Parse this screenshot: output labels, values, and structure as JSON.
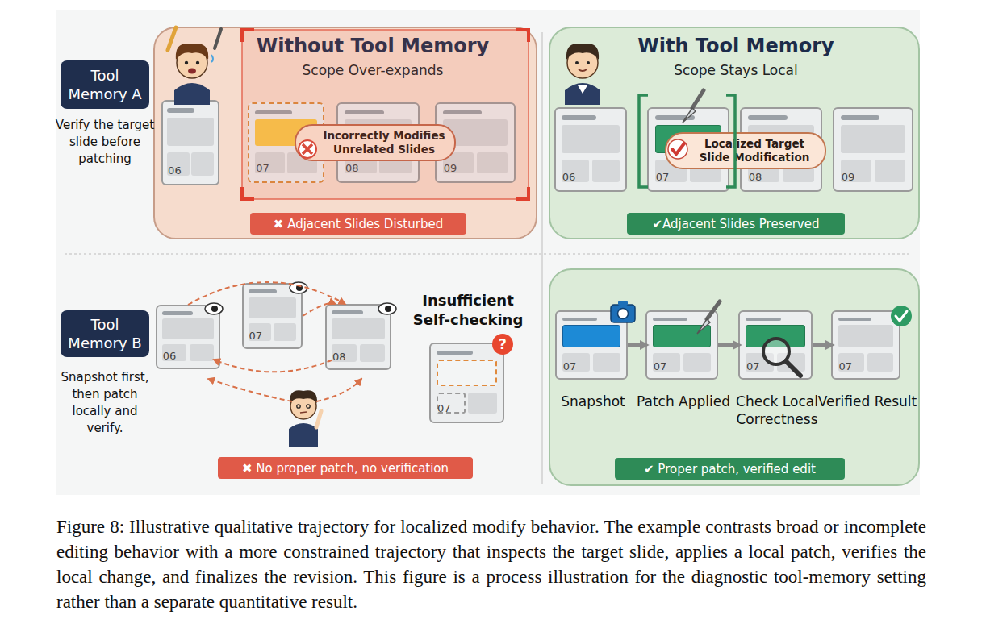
{
  "diagram": {
    "caption": "Figure 8: Illustrative qualitative trajectory for localized modify behavior. The example contrasts broad or incomplete editing behavior with a more constrained trajectory that inspects the target slide, applies a local patch, verifies the local change, and finalizes the revision. This figure is a process illustration for the diagnostic tool-memory setting rather than a separate quantitative result.",
    "nodes": [
      {
        "text": [
          "Tool Memory A"
        ]
      },
      {
        "text": [
          "Without Tool Memory",
          "Scope Over-expands"
        ]
      },
      {
        "text": [
          "06"
        ],
        "in": 1
      },
      {
        "text": [
          "07"
        ],
        "in": 1
      },
      {
        "text": [
          "08"
        ],
        "in": 1
      },
      {
        "text": [
          "09"
        ],
        "in": 1
      },
      {
        "text": [
          "Incorrectly Modifies Unrelated Slides"
        ],
        "in": 1
      },
      {
        "text": [
          "✖ Adjacent Slides Disturbed"
        ],
        "in": 1
      },
      {
        "text": [
          "With Tool Memory",
          "Scope Stays Local"
        ]
      },
      {
        "text": [
          "06"
        ],
        "in": 8
      },
      {
        "text": [
          "07"
        ],
        "in": 8
      },
      {
        "text": [
          "08"
        ],
        "in": 8
      },
      {
        "text": [
          "09"
        ],
        "in": 8
      },
      {
        "text": [
          "Localized Target Slide Modification"
        ],
        "in": 8
      },
      {
        "text": [
          "✔Adjacent Slides Preserved"
        ],
        "in": 8
      },
      {
        "text": [
          "Tool Memory B"
        ]
      },
      {
        "text": [
          "Insufficient Self-checking"
        ]
      },
      {
        "text": [
          "06"
        ],
        "in": 16
      },
      {
        "text": [
          "07"
        ],
        "in": 16
      },
      {
        "text": [
          "08"
        ],
        "in": 16
      },
      {
        "text": [
          "07"
        ],
        "in": 16
      },
      {
        "text": [
          "?"
        ],
        "in": 20
      },
      {
        "text": [
          "✖ No proper patch, no verification"
        ],
        "in": 16
      },
      {
        "text": [
          "07",
          "Snapshot"
        ]
      },
      {
        "text": [
          "07",
          "Patch Applied"
        ]
      },
      {
        "text": [
          "07",
          "Check Local Correctness"
        ]
      },
      {
        "text": [
          "07",
          "Verified Result"
        ]
      },
      {
        "text": [
          "✔ Proper patch, verified edit"
        ]
      }
    ],
    "edges": [
      {
        "from": 17,
        "to": 19,
        "arrow": "to"
      },
      {
        "from": 19,
        "to": 17,
        "arrow": "to"
      },
      {
        "from": 18,
        "to": 19,
        "arrow": "to"
      },
      {
        "from": 23,
        "to": 24,
        "arrow": "to"
      },
      {
        "from": 24,
        "to": 25,
        "arrow": "to"
      },
      {
        "from": 25,
        "to": 26,
        "arrow": "to"
      }
    ],
    "labels": [
      "Verify the target slide before patching",
      "Snapshot first, then patch locally and verify."
    ]
  }
}
